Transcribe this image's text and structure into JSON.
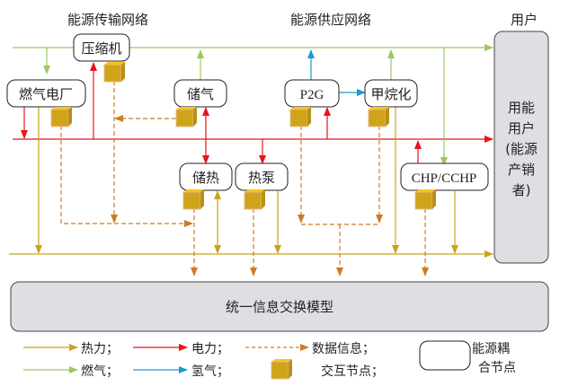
{
  "title_left": "能源传输网络",
  "title_mid": "能源供应网络",
  "title_right": "用户",
  "colors": {
    "heat": "#c9a31b",
    "electric": "#e8141b",
    "data": "#d07a23",
    "gas": "#9cc85f",
    "hydrogen": "#1a9ad6",
    "node_fill": "#cfa419",
    "node_top": "#f3c423",
    "panel_fill": "#dedfe3"
  },
  "nodes": {
    "compressor": "压缩机",
    "gas_plant": "燃气电厂",
    "gas_storage": "储气",
    "p2g": "P2G",
    "methanation": "甲烷化",
    "heat_storage": "储热",
    "heat_pump": "热泵",
    "chp": "CHP/CCHP"
  },
  "user_panel": {
    "lines": [
      "用能",
      "用户",
      "(能源",
      "产销",
      "者)"
    ]
  },
  "model_box": "统一信息交换模型",
  "legend": {
    "heat": "热力；",
    "electric": "电力；",
    "data": "数据信息；",
    "gas": "燃气；",
    "hydrogen": "氢气；",
    "interaction_node": "交互节点；",
    "coupling_node_1": "能源耦",
    "coupling_node_2": "合节点"
  }
}
